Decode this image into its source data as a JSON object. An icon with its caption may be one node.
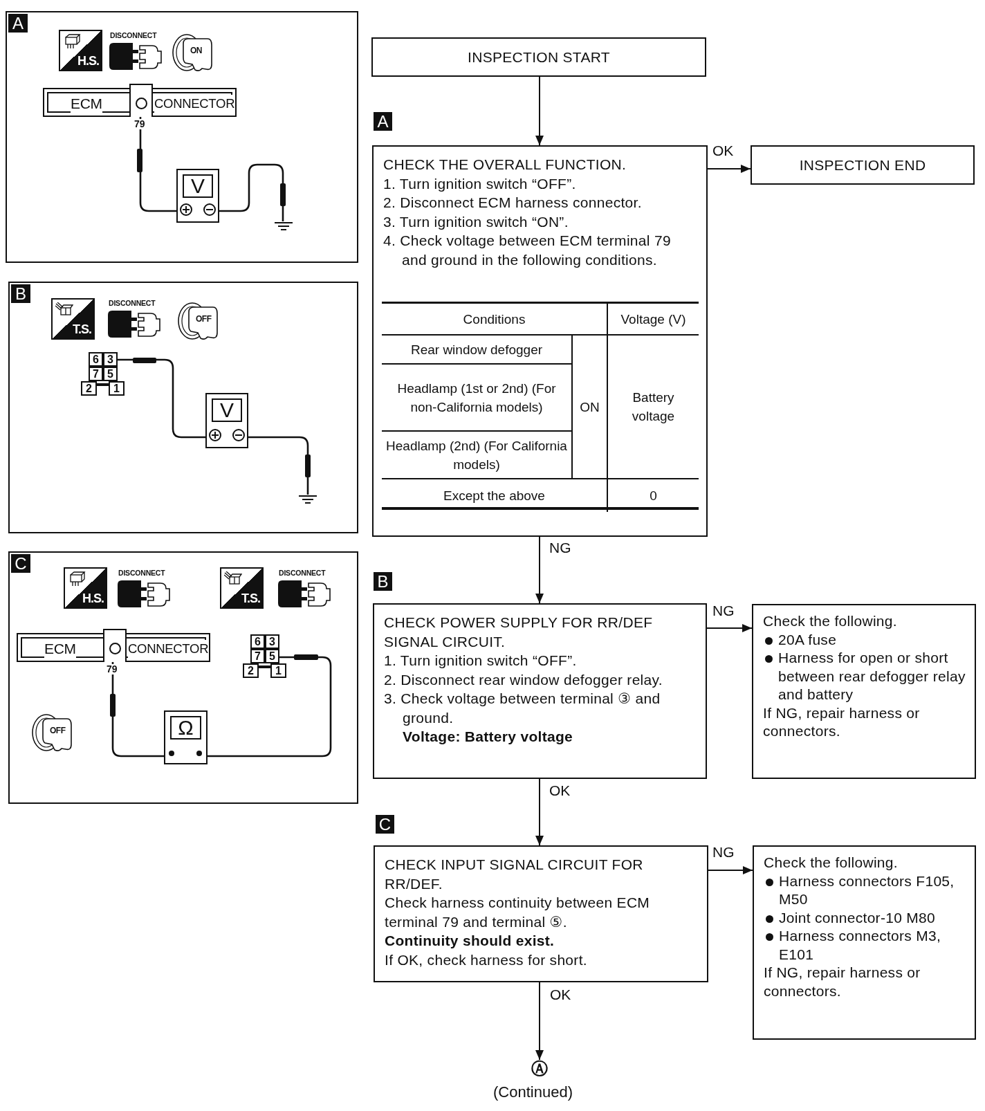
{
  "diagram": {
    "nodes": [
      {
        "text": [
          "A"
        ]
      },
      {
        "text": [
          "ECM",
          "CONNECTOR"
        ],
        "in": 0,
        "beside": [
          "79"
        ]
      },
      {
        "text": [
          "V"
        ],
        "in": 0
      },
      {
        "text": [],
        "shape": "ground",
        "in": 0
      },
      {
        "text": [
          "B"
        ]
      },
      {
        "text": [
          "6",
          "3",
          "7",
          "5",
          "2",
          "1"
        ],
        "in": 4
      },
      {
        "text": [
          "V"
        ],
        "in": 4
      },
      {
        "text": [],
        "shape": "ground",
        "in": 4
      },
      {
        "text": [
          "C"
        ]
      },
      {
        "text": [
          "ECM",
          "CONNECTOR"
        ],
        "in": 8,
        "beside": [
          "79"
        ]
      },
      {
        "text": [
          "6",
          "3",
          "7",
          "5",
          "2",
          "1"
        ],
        "in": 8
      },
      {
        "text": [
          "Ω"
        ],
        "in": 8
      },
      {
        "text": [
          "INSPECTION START"
        ]
      },
      {
        "text": [
          "CHECK THE OVERALL FUNCTION.",
          "1. Turn ignition switch “OFF”.",
          "2. Disconnect ECM harness connector.",
          "3. Turn ignition switch “ON”.",
          "4. Check voltage between ECM terminal 79 and ground in the following conditions."
        ],
        "beside": [
          "A"
        ]
      },
      {
        "text": [
          "INSPECTION END"
        ]
      },
      {
        "text": [
          "CHECK POWER SUPPLY FOR RR/DEF SIGNAL CIRCUIT.",
          "1. Turn ignition switch “OFF”.",
          "2. Disconnect rear window defogger relay.",
          "3. Check voltage between terminal ③ and ground.",
          "Voltage: Battery voltage"
        ],
        "beside": [
          "B"
        ]
      },
      {
        "text": [
          "Check the following.",
          "20A fuse",
          "Harness for open or short between rear defogger relay and battery",
          "If NG, repair harness or connectors."
        ]
      },
      {
        "text": [
          "CHECK INPUT SIGNAL CIRCUIT FOR RR/DEF.",
          "Check harness continuity between ECM terminal 79 and terminal ⑤.",
          "Continuity should exist.",
          "If OK, check harness for short."
        ],
        "beside": [
          "C"
        ]
      },
      {
        "text": [
          "Check the following.",
          "Harness connectors F105, M50",
          "Joint connector-10 M80",
          "Harness connectors M3, E101",
          "If NG, repair harness or connectors."
        ]
      },
      {
        "text": [
          "Ⓐ"
        ],
        "beside": [
          "(Continued)"
        ]
      }
    ],
    "edges": [
      {
        "from": 1,
        "to": 2,
        "arrow": "none"
      },
      {
        "from": 2,
        "to": 3,
        "arrow": "none"
      },
      {
        "from": 5,
        "to": 6,
        "arrow": "none"
      },
      {
        "from": 6,
        "to": 7,
        "arrow": "none"
      },
      {
        "from": 9,
        "to": 11,
        "arrow": "none"
      },
      {
        "from": 11,
        "to": 10,
        "arrow": "none"
      },
      {
        "from": 12,
        "to": 13,
        "arrow": "to"
      },
      {
        "from": 13,
        "to": 14,
        "arrow": "to",
        "label": "OK"
      },
      {
        "from": 13,
        "to": 15,
        "arrow": "to",
        "label": "NG"
      },
      {
        "from": 15,
        "to": 16,
        "arrow": "to",
        "label": "NG"
      },
      {
        "from": 15,
        "to": 17,
        "arrow": "to",
        "label": "OK"
      },
      {
        "from": 17,
        "to": 18,
        "arrow": "to",
        "label": "NG"
      },
      {
        "from": 17,
        "to": 19,
        "arrow": "to",
        "label": "OK"
      }
    ],
    "labels": [
      "H.S.",
      "DISCONNECT",
      "ON",
      "T.S.",
      "DISCONNECT",
      "OFF",
      "H.S.",
      "DISCONNECT",
      "T.S.",
      "DISCONNECT",
      "OFF",
      "Conditions",
      "Voltage (V)",
      "Rear window defogger",
      "ON",
      "Battery voltage",
      "Headlamp (1st or 2nd) (For non-California models)",
      "Headlamp (2nd) (For California models)",
      "Except the above",
      "0"
    ]
  }
}
